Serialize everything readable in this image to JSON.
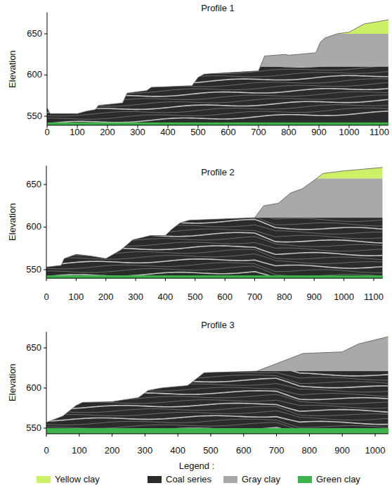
{
  "diagram": {
    "labels": [
      "Profile 1",
      "Elevation",
      "650",
      "600",
      "550",
      "0",
      "100",
      "200",
      "300",
      "400",
      "500",
      "600",
      "700",
      "800",
      "900",
      "1000",
      "1100",
      "Profile 2",
      "Elevation",
      "650",
      "600",
      "550",
      "0",
      "100",
      "200",
      "300",
      "400",
      "500",
      "600",
      "700",
      "800",
      "900",
      "1000",
      "1100",
      "Profile 3",
      "Elevation",
      "650",
      "600",
      "550",
      "0",
      "100",
      "200",
      "300",
      "400",
      "500",
      "600",
      "700",
      "800",
      "900",
      "1000",
      "Legend :"
    ],
    "legend": [
      {
        "text": "Yellow clay",
        "color": "#ccf066"
      },
      {
        "text": "Coal series",
        "color": "#2b2b2b"
      },
      {
        "text": "Gray clay",
        "color": "#a9a9a9"
      },
      {
        "text": "Green clay",
        "color": "#3cb44b"
      }
    ]
  }
}
